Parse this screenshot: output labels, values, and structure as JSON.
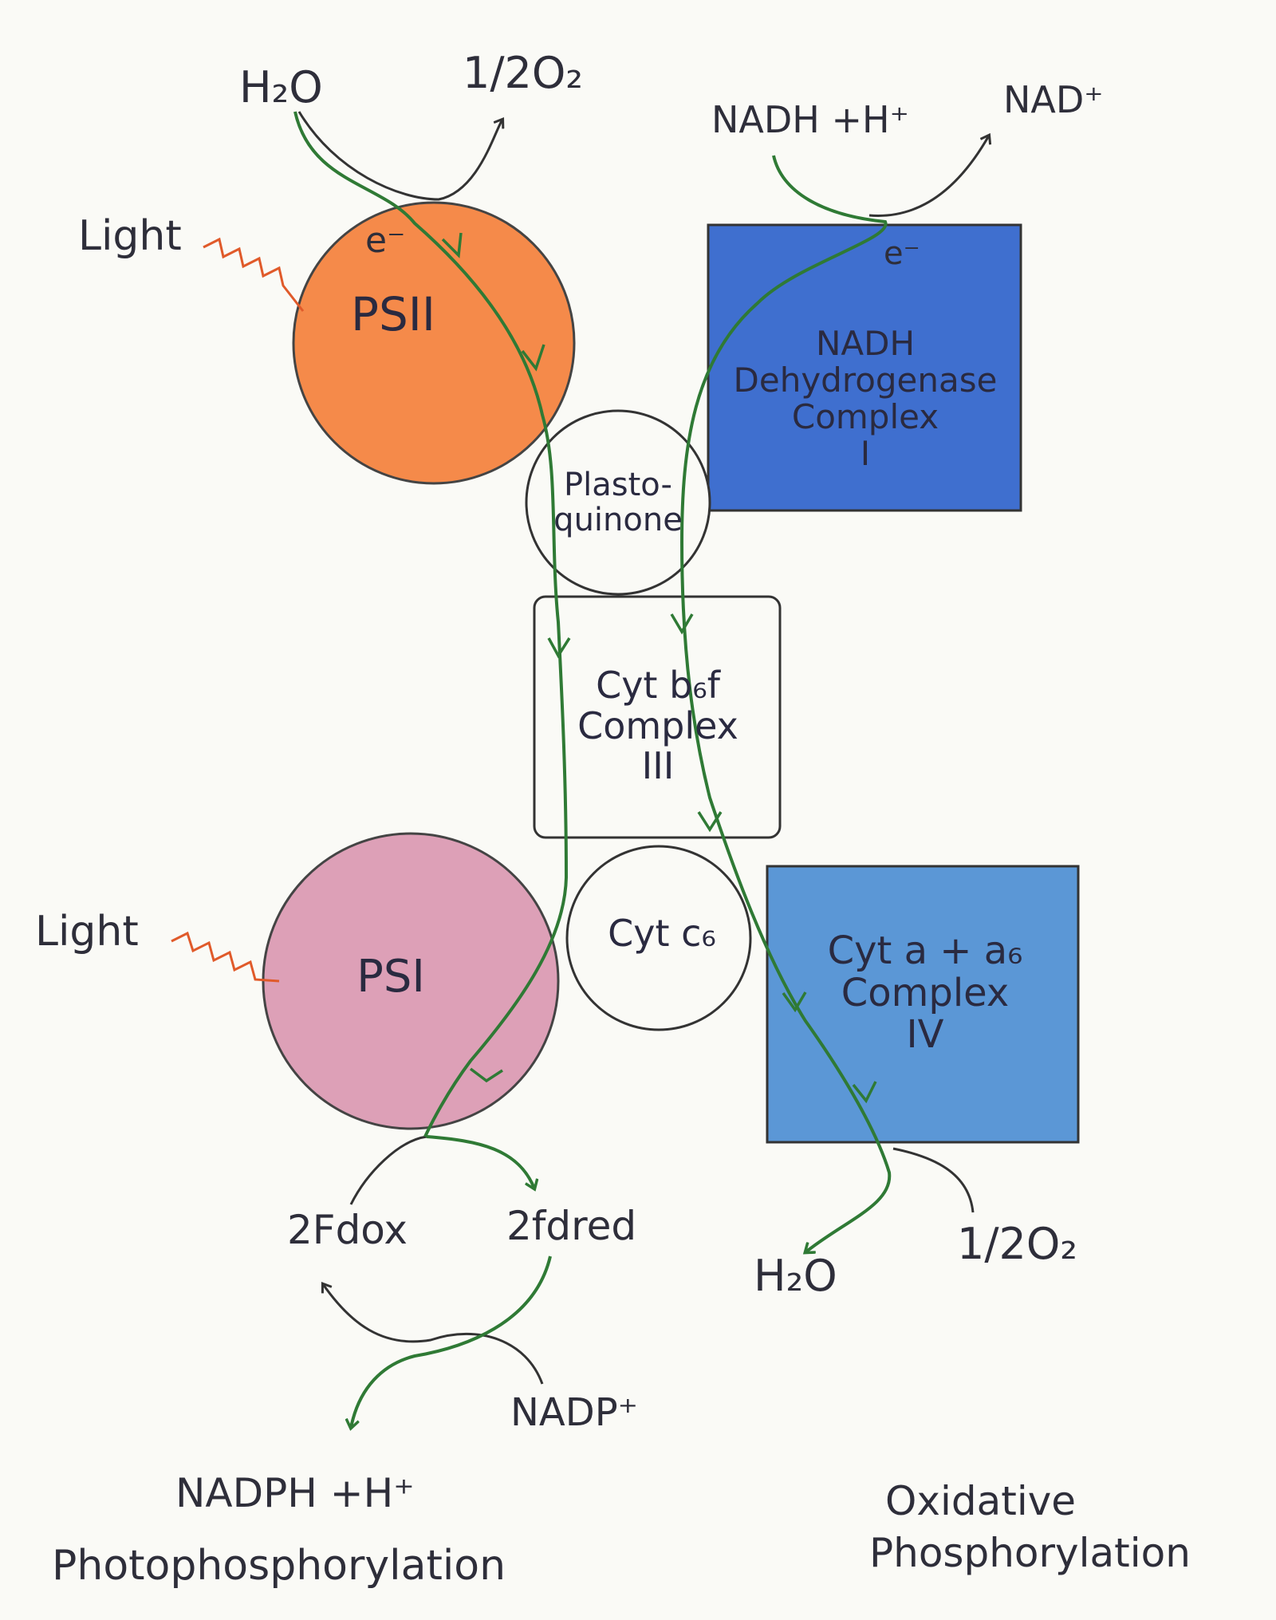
{
  "colors": {
    "psii": "#f58a4a",
    "psi": "#dda0b7",
    "complex1": "#3f6fcf",
    "complex4": "#5b97d6",
    "electron_path": "#2f7a35",
    "light": "#e05a2a",
    "ink": "#333333"
  },
  "top_left": {
    "water": "H₂O",
    "oxygen": "1/2O₂"
  },
  "top_right": {
    "nadh": "NADH +H⁺",
    "nad": "NAD⁺"
  },
  "light_labels": {
    "psii": "Light",
    "psi": "Light"
  },
  "electron_labels": {
    "psii": "e⁻",
    "complex1": "e⁻"
  },
  "psii": {
    "label": "PSII"
  },
  "psi": {
    "label": "PSI"
  },
  "complex1": {
    "line1": "NADH",
    "line2": "Dehydrogenase",
    "line3": "Complex",
    "line4": "I"
  },
  "plastoquinone": {
    "line1": "Plasto-",
    "line2": "quinone"
  },
  "cyt_b6f": {
    "line1": "Cyt b₆f",
    "line2": "Complex",
    "line3": "III"
  },
  "cyt_c6": {
    "label": "Cyt c₆"
  },
  "complex4": {
    "line1": "Cyt a + a₆",
    "line2": "Complex",
    "line3": "IV"
  },
  "bottom_left": {
    "fd_ox": "2Fdox",
    "fd_red": "2fdred",
    "nadp": "NADP⁺",
    "nadph": "NADPH +H⁺"
  },
  "bottom_right": {
    "water": "H₂O",
    "oxygen": "1/2O₂"
  },
  "captions": {
    "left": "Photophosphorylation",
    "right_line1": "Oxidative",
    "right_line2": "Phosphorylation"
  }
}
